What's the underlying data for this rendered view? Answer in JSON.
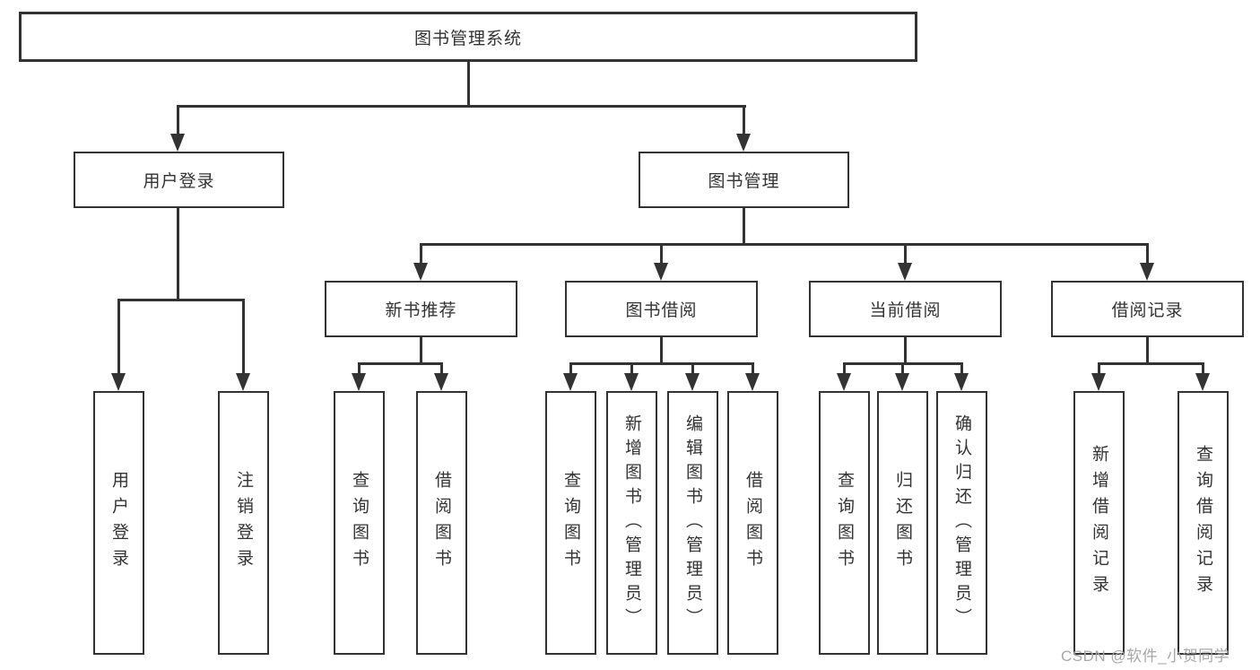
{
  "diagram_title": "图书管理系统",
  "hierarchy": {
    "label": "图书管理系统",
    "children": [
      {
        "label": "用户登录",
        "children": [
          {
            "label": "用户登录"
          },
          {
            "label": "注销登录"
          }
        ]
      },
      {
        "label": "图书管理",
        "children": [
          {
            "label": "新书推荐",
            "children": [
              {
                "label": "查询图书"
              },
              {
                "label": "借阅图书"
              }
            ]
          },
          {
            "label": "图书借阅",
            "children": [
              {
                "label": "查询图书"
              },
              {
                "label": "新增图书（管理员）"
              },
              {
                "label": "编辑图书（管理员）"
              },
              {
                "label": "借阅图书"
              }
            ]
          },
          {
            "label": "当前借阅",
            "children": [
              {
                "label": "查询图书"
              },
              {
                "label": "归还图书"
              },
              {
                "label": "确认归还（管理员）"
              }
            ]
          },
          {
            "label": "借阅记录",
            "children": [
              {
                "label": "新增借阅记录"
              },
              {
                "label": "查询借阅记录"
              }
            ]
          }
        ]
      }
    ]
  },
  "watermark": {
    "text": "CSDN @软件_小贺同学"
  },
  "colors": {
    "background": "#ffffff",
    "line": "#333333",
    "node_border": "#333333",
    "node_fill": "#ffffff",
    "text": "#333333",
    "watermark": "#a8a8a8"
  }
}
